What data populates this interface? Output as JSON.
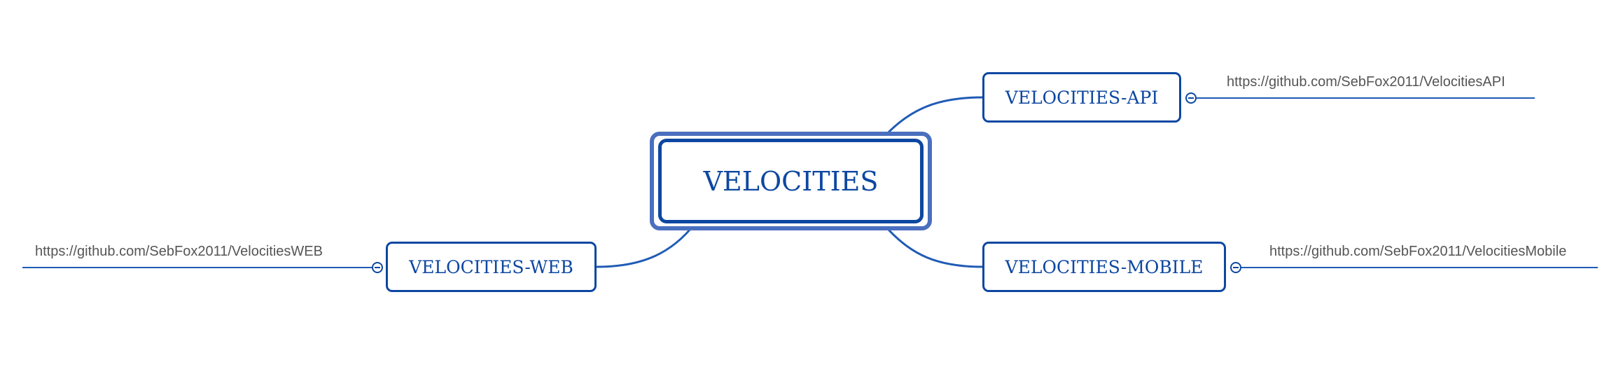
{
  "colors": {
    "node_border": "#0d47a1",
    "node_text": "#0d47a1",
    "central_outer_border": "#4a6fbf",
    "connector": "#1f5bb5",
    "link_text": "#555555"
  },
  "central": {
    "label": "VELOCITIES"
  },
  "topics": [
    {
      "label": "VELOCITIES-API",
      "link": "https://github.com/SebFox2011/VelocitiesAPI"
    },
    {
      "label": "VELOCITIES-WEB",
      "link": "https://github.com/SebFox2011/VelocitiesWEB"
    },
    {
      "label": "VELOCITIES-MOBILE",
      "link": "https://github.com/SebFox2011/VelocitiesMobile"
    }
  ]
}
